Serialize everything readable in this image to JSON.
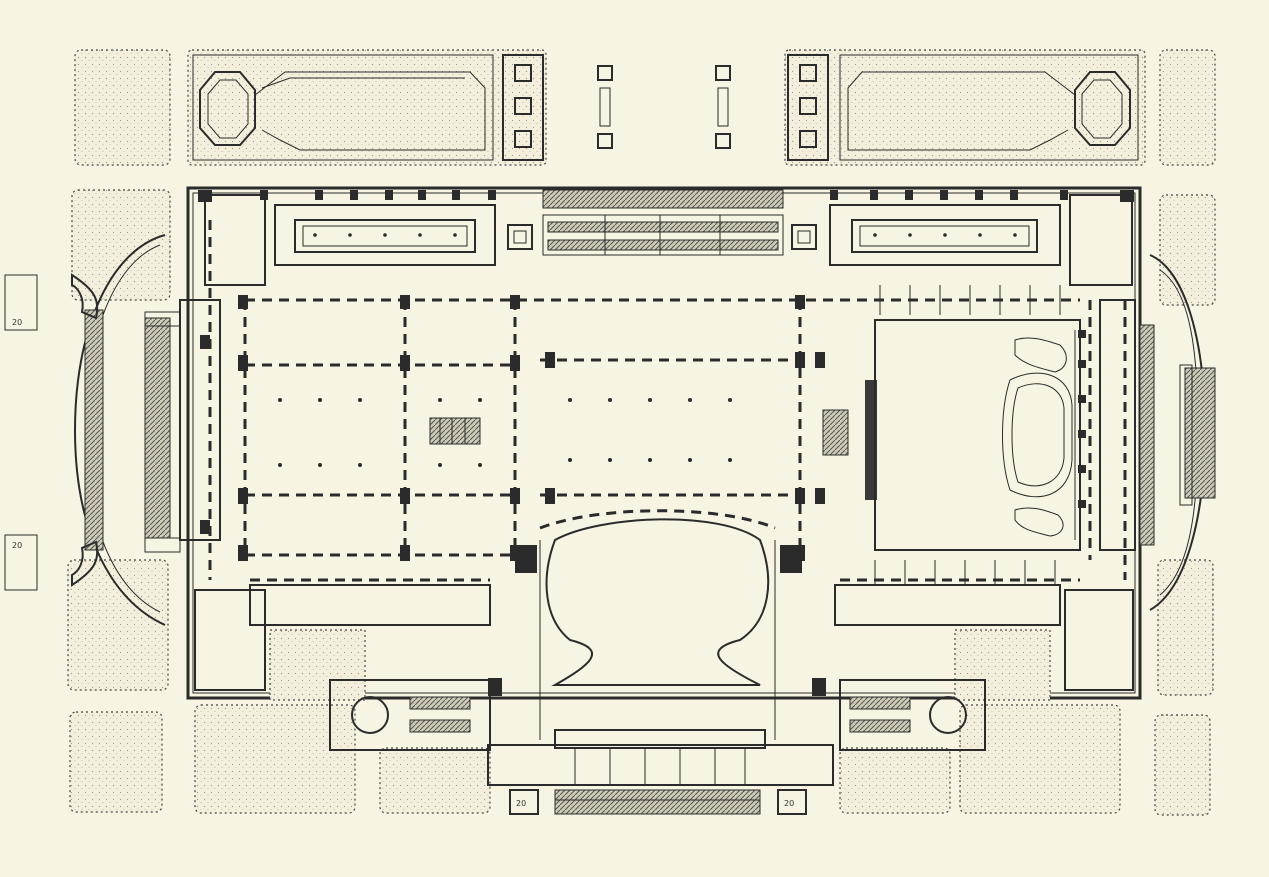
{
  "drawing": {
    "type": "architectural floor plan",
    "paper_color": "#f7f4e3",
    "ink_color": "#2b2b2b"
  },
  "labels": {
    "marker_left_top": "20",
    "marker_left_bottom": "20",
    "marker_bottom_left": "20",
    "marker_bottom_right": "20"
  }
}
